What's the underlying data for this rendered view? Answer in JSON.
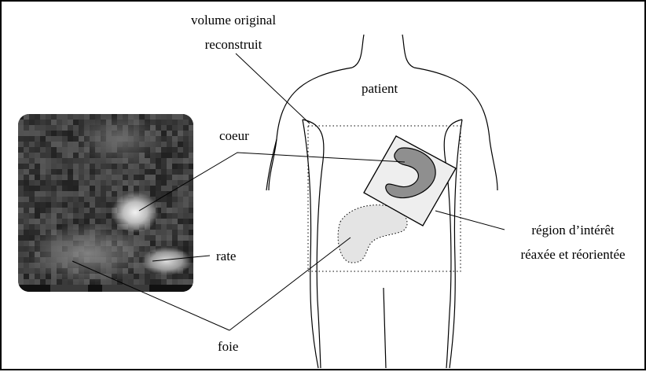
{
  "labels": {
    "volume_line1": "volume original",
    "volume_line2": "reconstruit",
    "patient": "patient",
    "coeur": "coeur",
    "rate": "rate",
    "foie": "foie",
    "region_line1": "région d’intérêt",
    "region_line2": "réaxée et réorientée"
  },
  "colors": {
    "line": "#000000",
    "heart_fill": "#8f8f8f",
    "roi_fill": "#eeeeee",
    "liver_fill": "#e4e4e4"
  }
}
